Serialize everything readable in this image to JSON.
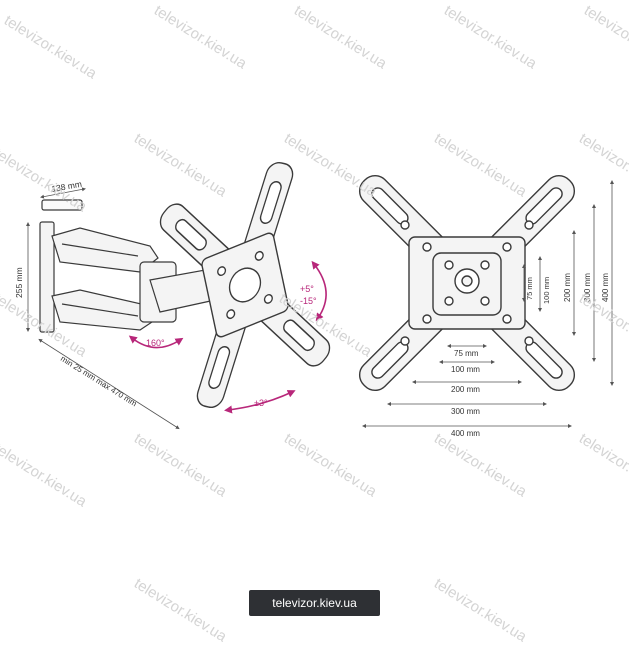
{
  "watermark": "televizor.kiev.ua",
  "footer_badge": "televizor.kiev.ua",
  "colors": {
    "line": "#3a3a3a",
    "accent": "#b8277a",
    "dim": "#555555",
    "fill": "#f2f2f2"
  },
  "side_view": {
    "depth_label": "138 mm",
    "height_label": "255 mm",
    "reach_label": "min 25 mm max 470 mm",
    "swivel_label": "160°",
    "tilt_up_label": "+5°",
    "tilt_down_label": "-15°",
    "rotate_label": "±3°"
  },
  "front_view": {
    "horizontal": [
      "75 mm",
      "100 mm",
      "200 mm",
      "300 mm",
      "400 mm"
    ],
    "vertical": [
      "75 mm",
      "100 mm",
      "200 mm",
      "300 mm",
      "400 mm"
    ]
  }
}
